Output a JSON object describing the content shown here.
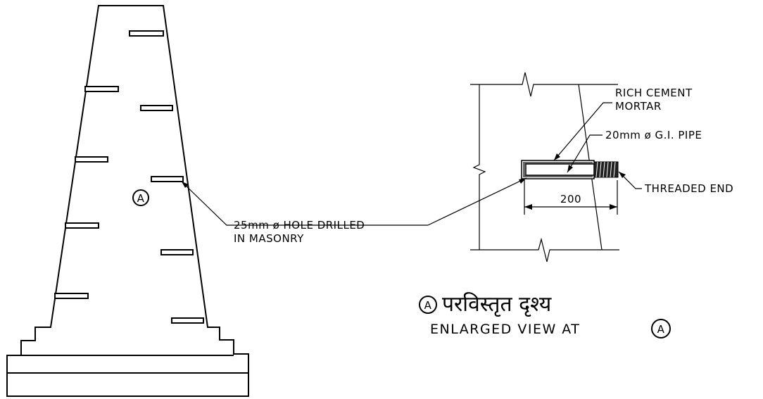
{
  "diagram": {
    "wall": {
      "marker": "A",
      "hole_label_line1": "25mm ø HOLE DRILLED",
      "hole_label_line2": "IN MASONRY"
    },
    "detail": {
      "mortar_label_line1": "RICH CEMENT",
      "mortar_label_line2": "MORTAR",
      "pipe_label": "20mm ø G.I. PIPE",
      "thread_label": "THREADED END",
      "dimension": "200",
      "title_hindi": "परविस्तृत दृश्य",
      "title_english": "ENLARGED VIEW AT",
      "title_marker": "A"
    }
  }
}
